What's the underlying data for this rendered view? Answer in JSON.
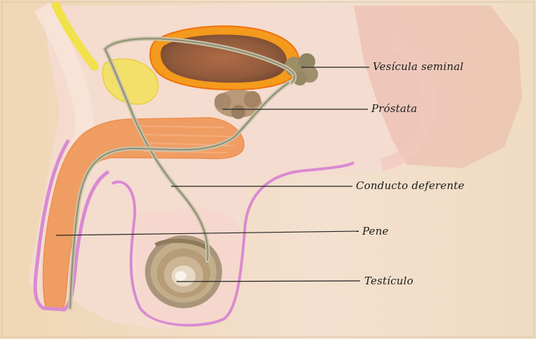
{
  "figure": {
    "labels": {
      "vesicula": "Vesícula seminal",
      "prostata": "Próstata",
      "conducto": "Conducto deferente",
      "pene": "Pene",
      "testiculo": "Testículo"
    }
  },
  "colors": {
    "background": "#f1dcc4",
    "skin": "#f2d6c8",
    "bladder_outer": "#f49a1c",
    "bladder_inner": "#a6623f",
    "erectile": "#f09a5e",
    "duct": "#c9c4a8",
    "mucosa": "#d98ad2",
    "gland": "#a8937a",
    "nerve": "#f2e14a",
    "leader": "#222222"
  }
}
